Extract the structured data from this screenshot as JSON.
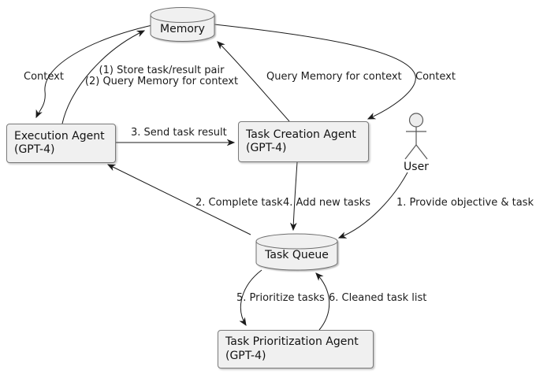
{
  "diagram_type": "agent-architecture-flow",
  "nodes": {
    "memory": {
      "label": "Memory",
      "shape": "cylinder"
    },
    "execution_agent": {
      "title": "Execution Agent",
      "subtitle": "(GPT-4)",
      "shape": "rounded-box"
    },
    "task_creation_agent": {
      "title": "Task Creation Agent",
      "subtitle": "(GPT-4)",
      "shape": "rounded-box"
    },
    "user": {
      "label": "User",
      "shape": "actor"
    },
    "task_queue": {
      "label": "Task Queue",
      "shape": "cylinder"
    },
    "task_prioritization_agent": {
      "title": "Task Prioritization Agent",
      "subtitle": "(GPT-4)",
      "shape": "rounded-box"
    }
  },
  "edges": {
    "memory_to_execution": {
      "from": "memory",
      "to": "execution_agent",
      "label": "Context"
    },
    "execution_to_memory": {
      "from": "execution_agent",
      "to": "memory",
      "labels": [
        "(1) Store task/result pair",
        "(2) Query Memory for context"
      ]
    },
    "creation_to_memory": {
      "from": "task_creation_agent",
      "to": "memory",
      "label": "Query Memory for context"
    },
    "memory_to_creation": {
      "from": "memory",
      "to": "task_creation_agent",
      "label": "Context"
    },
    "execution_to_creation": {
      "from": "execution_agent",
      "to": "task_creation_agent",
      "label": "3. Send task result"
    },
    "queue_to_execution": {
      "from": "task_queue",
      "to": "execution_agent",
      "label": "2. Complete task"
    },
    "creation_to_queue": {
      "from": "task_creation_agent",
      "to": "task_queue",
      "label": "4. Add new tasks"
    },
    "user_to_queue": {
      "from": "user",
      "to": "task_queue",
      "label": "1. Provide objective & task"
    },
    "queue_to_prioritization": {
      "from": "task_queue",
      "to": "task_prioritization_agent",
      "label": "5. Prioritize tasks"
    },
    "prioritization_to_queue": {
      "from": "task_prioritization_agent",
      "to": "task_queue",
      "label": "6. Cleaned task list"
    }
  },
  "colors": {
    "background": "#ffffff",
    "node_fill": "#f0f0f0",
    "node_border": "#7a7a7a",
    "edge_stroke": "#1b1b1b",
    "text": "#121212"
  }
}
